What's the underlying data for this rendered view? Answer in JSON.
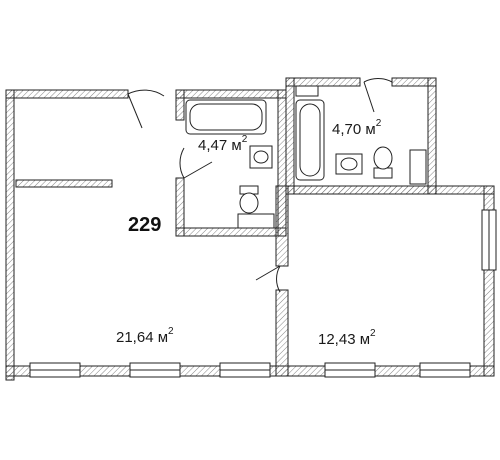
{
  "apartment": {
    "number": "229"
  },
  "rooms": [
    {
      "id": "living",
      "area": "21,64 м",
      "unit_sup": "2"
    },
    {
      "id": "bedroom",
      "area": "12,43 м",
      "unit_sup": "2"
    },
    {
      "id": "bath1",
      "area": "4,47 м",
      "unit_sup": "2"
    },
    {
      "id": "bath2",
      "area": "4,70 м",
      "unit_sup": "2"
    }
  ],
  "colors": {
    "wall_fill": "#ffffff",
    "wall_line": "#222222",
    "hatch": "#555555"
  }
}
